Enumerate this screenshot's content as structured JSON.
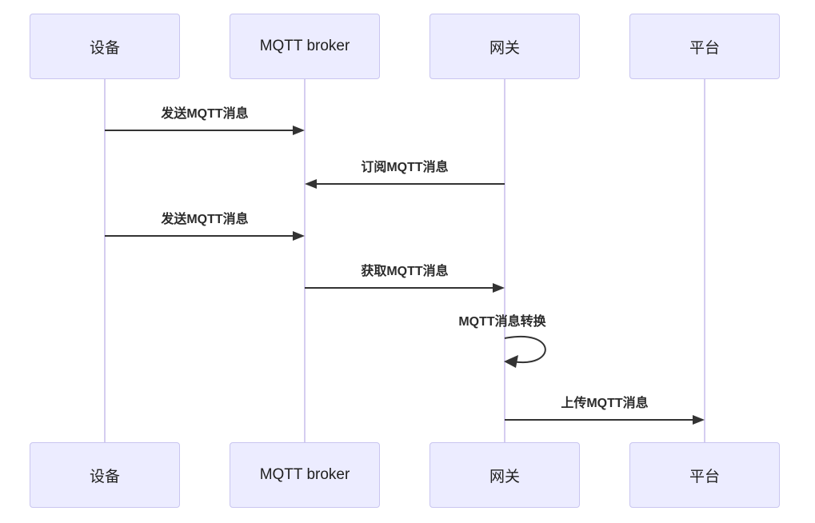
{
  "diagram": {
    "type": "sequence-diagram",
    "actors": [
      {
        "id": "device",
        "label": "设备"
      },
      {
        "id": "mqtt-broker",
        "label": "MQTT broker"
      },
      {
        "id": "gateway",
        "label": "网关"
      },
      {
        "id": "platform",
        "label": "平台"
      }
    ],
    "messages": [
      {
        "from": "设备",
        "to": "MQTT broker",
        "label": "发送MQTT消息",
        "arrow": "solid-right"
      },
      {
        "from": "网关",
        "to": "MQTT broker",
        "label": "订阅MQTT消息",
        "arrow": "solid-left"
      },
      {
        "from": "设备",
        "to": "MQTT broker",
        "label": "发送MQTT消息",
        "arrow": "solid-right"
      },
      {
        "from": "MQTT broker",
        "to": "网关",
        "label": "获取MQTT消息",
        "arrow": "solid-right"
      },
      {
        "from": "网关",
        "to": "网关",
        "label": "MQTT消息转换",
        "arrow": "self-loop"
      },
      {
        "from": "网关",
        "to": "平台",
        "label": "上传MQTT消息",
        "arrow": "solid-right"
      }
    ],
    "colors": {
      "actor_fill": "#ececff",
      "actor_border": "#c9c5f0",
      "lifeline": "#d5cdf0",
      "arrow": "#333333",
      "text": "#2b2b2b",
      "background": "#ffffff"
    }
  }
}
